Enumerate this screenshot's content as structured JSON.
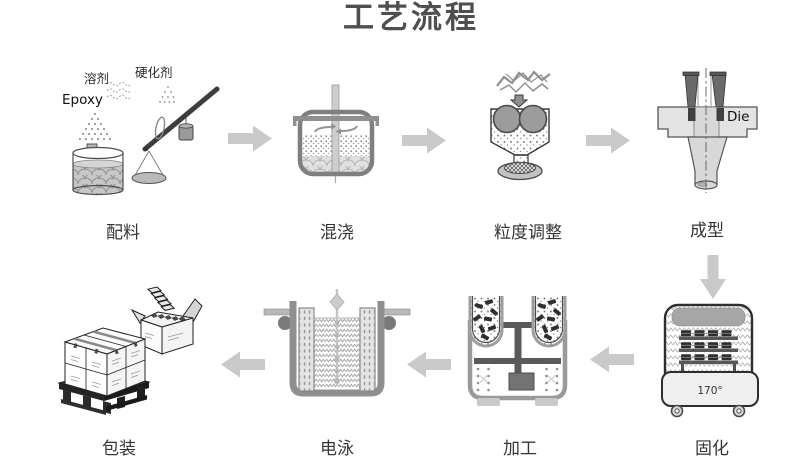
{
  "title": "工艺流程",
  "steps": {
    "batching": {
      "label": "配料"
    },
    "mixing": {
      "label": "混浇"
    },
    "sizing": {
      "label": "粒度调整"
    },
    "forming": {
      "label": "成型"
    },
    "curing": {
      "label": "固化",
      "temperature": "170°"
    },
    "machining": {
      "label": "加工"
    },
    "electrophoresis": {
      "label": "电泳"
    },
    "packaging": {
      "label": "包装"
    }
  },
  "annotations": {
    "solvent": "溶剂",
    "hardener": "硬化剂",
    "epoxy": "Epoxy",
    "die": "Die"
  },
  "colors": {
    "arrow": "#c9c9c9",
    "title": "#4f4f4f",
    "label": "#353535"
  }
}
